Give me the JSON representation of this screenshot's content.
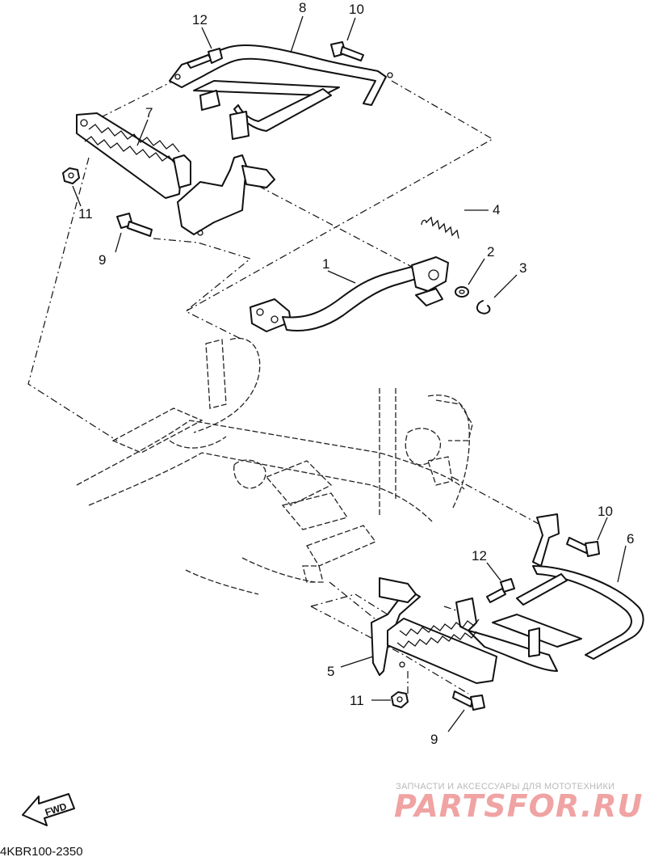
{
  "callouts": [
    {
      "id": "c1",
      "text": "1"
    },
    {
      "id": "c2",
      "text": "2"
    },
    {
      "id": "c3",
      "text": "3"
    },
    {
      "id": "c4",
      "text": "4"
    },
    {
      "id": "c5",
      "text": "5"
    },
    {
      "id": "c6",
      "text": "6"
    },
    {
      "id": "c7",
      "text": "7"
    },
    {
      "id": "c8",
      "text": "8"
    },
    {
      "id": "c9a",
      "text": "9"
    },
    {
      "id": "c9b",
      "text": "9"
    },
    {
      "id": "c10a",
      "text": "10"
    },
    {
      "id": "c10b",
      "text": "10"
    },
    {
      "id": "c11a",
      "text": "11"
    },
    {
      "id": "c11b",
      "text": "11"
    },
    {
      "id": "c12a",
      "text": "12"
    },
    {
      "id": "c12b",
      "text": "12"
    }
  ],
  "fwd_label": "FWD",
  "drawing_code": "4KBR100-2350",
  "watermark": {
    "tagline": "ЗАПЧАСТИ И АКСЕССУАРЫ ДЛЯ МОТОТЕХНИКИ",
    "brand": "PARTSFOR.RU"
  }
}
